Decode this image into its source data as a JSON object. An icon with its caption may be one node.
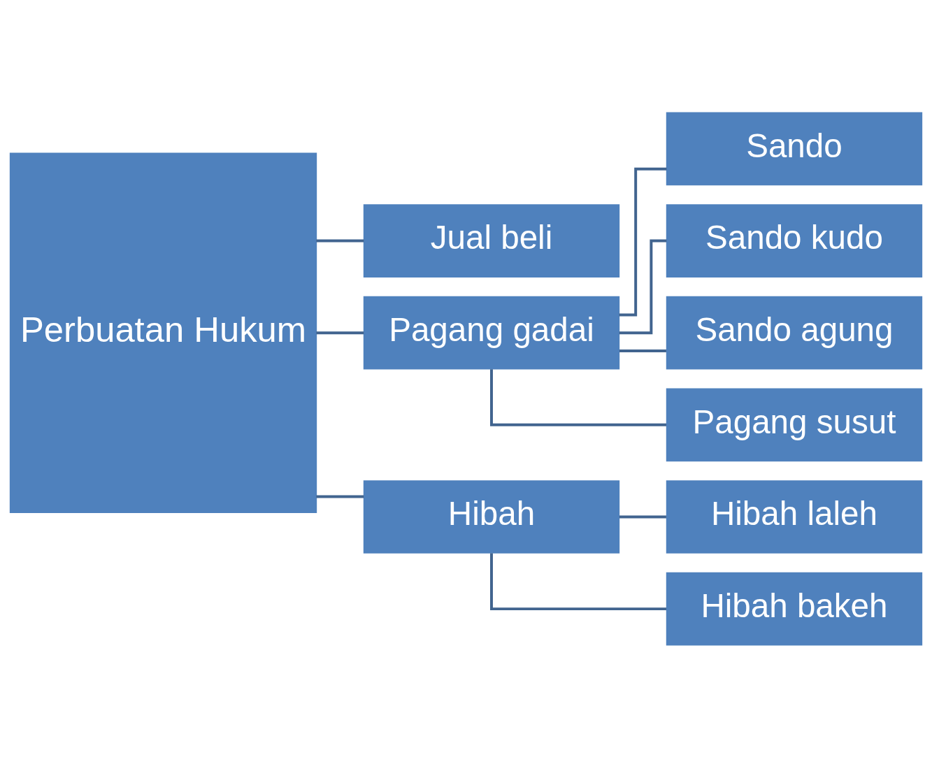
{
  "diagram": {
    "nodes": [
      {
        "text": [
          "Perbuatan Hukum"
        ]
      },
      {
        "text": [
          "Jual beli"
        ]
      },
      {
        "text": [
          "Pagang gadai"
        ]
      },
      {
        "text": [
          "Hibah"
        ]
      },
      {
        "text": [
          "Sando"
        ]
      },
      {
        "text": [
          "Sando kudo"
        ]
      },
      {
        "text": [
          "Sando agung"
        ]
      },
      {
        "text": [
          "Pagang susut"
        ]
      },
      {
        "text": [
          "Hibah laleh"
        ]
      },
      {
        "text": [
          "Hibah bakeh"
        ]
      }
    ],
    "edges": [
      {
        "from": 0,
        "to": 1,
        "arrow": "none"
      },
      {
        "from": 0,
        "to": 2,
        "arrow": "none"
      },
      {
        "from": 0,
        "to": 3,
        "arrow": "none"
      },
      {
        "from": 2,
        "to": 4,
        "arrow": "none"
      },
      {
        "from": 2,
        "to": 5,
        "arrow": "none"
      },
      {
        "from": 2,
        "to": 6,
        "arrow": "none"
      },
      {
        "from": 2,
        "to": 7,
        "arrow": "none"
      },
      {
        "from": 3,
        "to": 8,
        "arrow": "none"
      },
      {
        "from": 3,
        "to": 9,
        "arrow": "none"
      }
    ]
  }
}
